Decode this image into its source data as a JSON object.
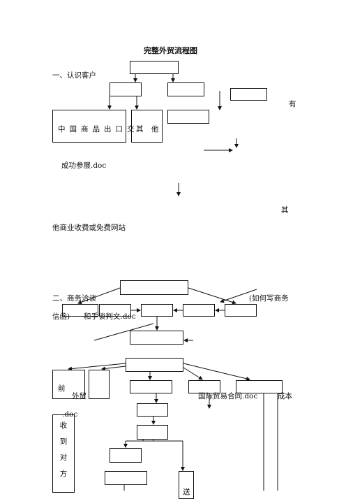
{
  "page": {
    "title": "完整外贸流程图",
    "section1_heading": "一、认识客户",
    "word_you": "有",
    "box_china_export": "中国商品出口交",
    "box_other": "其  他",
    "link_chenggong": "成功参展.doc",
    "word_qi": "其",
    "line_other_sites": "他商业收费或免费网站",
    "section2_heading": "二、商务洽谈",
    "paren_how": "(如何写商务",
    "line_xinhan": "信函)",
    "line_xinhan_cont": "和手谈判文.doc",
    "line_waimao": "外贸",
    "link_guoji": "国际贸易合同.doc",
    "word_chengben": "成本",
    "link_doc": ".doc",
    "word_qian": "前",
    "vertical_shoudaodui": [
      "收",
      "到",
      "对",
      "方"
    ],
    "word_song": "送"
  }
}
